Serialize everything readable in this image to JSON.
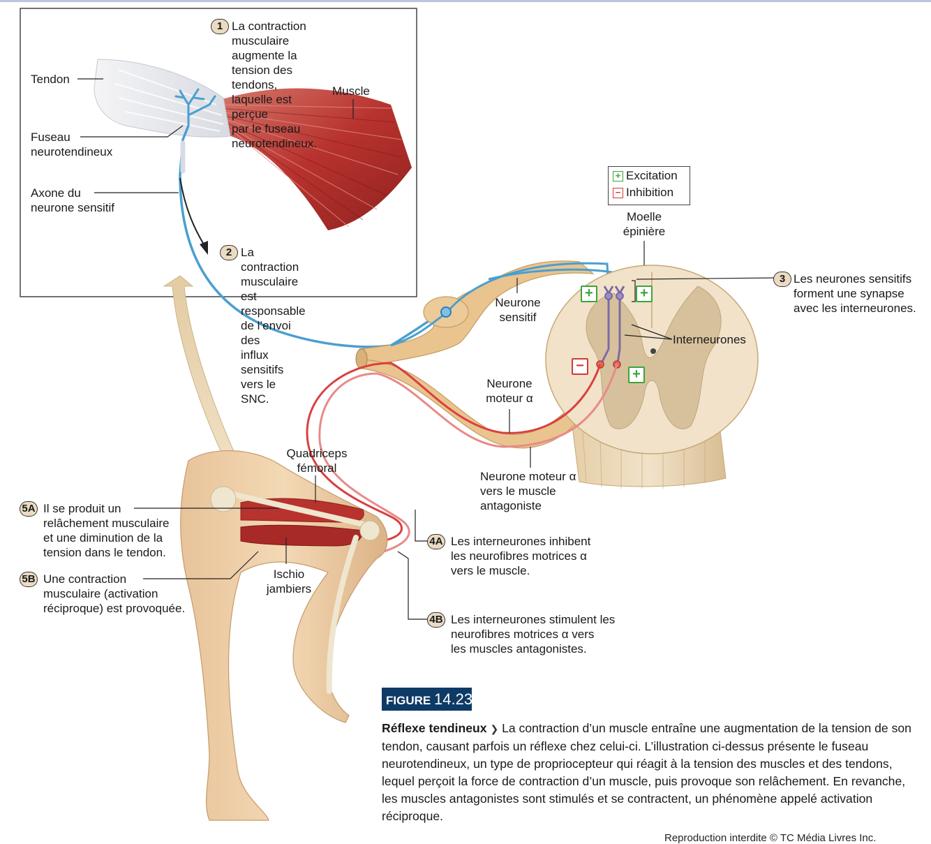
{
  "legend": {
    "excitation": "Excitation",
    "inhibition": "Inhibition",
    "plus_symbol": "+",
    "minus_symbol": "−"
  },
  "labels": {
    "tendon": "Tendon",
    "muscle": "Muscle",
    "fuseau": "Fuseau\nneurotendineux",
    "axone": "Axone du\nneurone sensitif",
    "moelle": "Moelle\népinière",
    "neurone_sensitif": "Neurone\nsensitif",
    "interneurones": "Interneurones",
    "neurone_moteur": "Neurone\nmoteur α",
    "neurone_moteur_antagoniste": "Neurone moteur α\nvers le muscle\nantagoniste",
    "quadriceps": "Quadriceps\nfémoral",
    "ischio": "Ischio\njambiers"
  },
  "steps": [
    {
      "badge": "1",
      "text": "La contraction musculaire\naugmente la tension des\ntendons, laquelle est perçue\npar le fuseau neurotendineux."
    },
    {
      "badge": "2",
      "text": "La contraction musculaire est\nresponsable de l’envoi des\ninflux sensitifs vers le SNC."
    },
    {
      "badge": "3",
      "text": "Les neurones sensitifs\nforment une synapse\navec les interneurones."
    },
    {
      "badge": "4A",
      "text": "Les interneurones inhibent\nles neurofibres motrices α\nvers le muscle."
    },
    {
      "badge": "4B",
      "text": "Les interneurones stimulent les\nneurofibres motrices α vers\nles muscles antagonistes."
    },
    {
      "badge": "5A",
      "text": "Il se produit un\nrelâchement musculaire\net une diminution de la\ntension dans le tendon."
    },
    {
      "badge": "5B",
      "text": "Une contraction\nmusculaire (activation\nréciproque) est provoquée."
    }
  ],
  "figure": {
    "tag_prefix": "FIGURE",
    "tag_number": "14.23"
  },
  "caption": {
    "title": "Réflexe tendineux",
    "separator": "❯",
    "text": "La contraction d’un muscle entraîne une augmentation de la tension de son tendon, causant parfois un réflexe chez celui-ci. L’illustration ci-dessus présente le fuseau neurotendineux, un type de propriocepteur qui réagit à la tension des muscles et des tendons, lequel perçoit la force de contraction d’un muscle, puis provoque son relâchement. En revanche, les muscles antagonistes sont stimulés et se contractent, un phénomène appelé activation réciproque."
  },
  "copyright": "Reproduction interdite © TC Média Livres Inc.",
  "colors": {
    "sensory_blue": "#4a9fd0",
    "motor_red": "#d94040",
    "muscle_red": "#b8322e",
    "skin": "#efd0a5",
    "cord": "#ead6b8",
    "grey_matter": "#d7c19c",
    "figure_blue": "#0e3a66"
  }
}
